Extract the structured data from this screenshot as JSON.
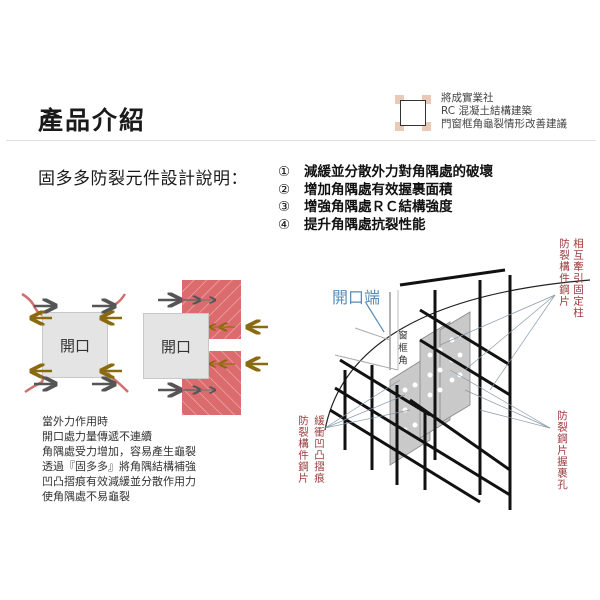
{
  "header": {
    "title": "產品介紹",
    "company": {
      "line1": "將成實業社",
      "line2": "RC 混凝土結構建築",
      "line3": "門窗框角龜裂情形改善建議"
    },
    "accent_color": "#eac9b7"
  },
  "section": {
    "subtitle": "固多多防裂元件設計說明：",
    "points": [
      {
        "num": "①",
        "text": "減緩並分散外力對角隅處的破壞"
      },
      {
        "num": "②",
        "text": "增加角隅處有效握裹面積"
      },
      {
        "num": "③",
        "text": "增強角隅處ＲＣ結構強度"
      },
      {
        "num": "④",
        "text": "提升角隅處抗裂性能"
      }
    ]
  },
  "left_diagram": {
    "box1_label": "開口",
    "box2_label": "開口",
    "crack_color": "#d07070",
    "arrow_gray": "#555555",
    "arrow_gold": "#8a6a10",
    "hatch_color": "#dc6b6e",
    "description": [
      "當外力作用時",
      "開口處力量傳遞不連續",
      "角隅處受力增加，容易產生龜裂",
      "透過『固多多』將角隅結構補強",
      "凹凸摺痕有效減緩並分散作用力",
      "使角隅處不易龜裂"
    ]
  },
  "right_diagram": {
    "opening_label": "開口端",
    "frame_label": "窗框角",
    "label_top_right_1": "相互牽引固定柱",
    "label_top_right_2": "防裂構件鋼片",
    "label_bottom_left_1": "緩衝凹凸摺痕",
    "label_bottom_left_2": "防裂構件鋼片",
    "label_bottom_right": "防裂鋼片握裹孔",
    "label_color": "#9b3c3c",
    "blue_color": "#5a8bb5"
  }
}
